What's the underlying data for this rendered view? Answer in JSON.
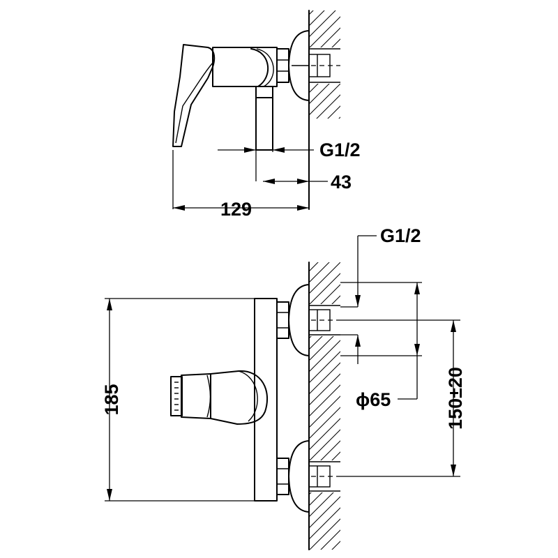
{
  "dimensions": {
    "top_thread": "G1/2",
    "top_offset": "43",
    "top_depth": "129",
    "front_thread": "G1/2",
    "front_flange_diameter": "ϕ65",
    "front_height": "185",
    "front_spacing": "150±20"
  }
}
